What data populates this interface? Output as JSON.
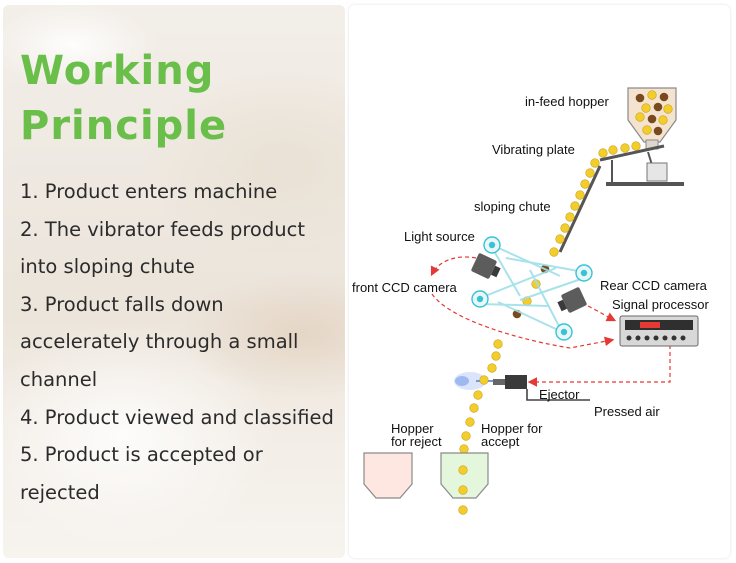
{
  "title_line1": "Working",
  "title_line2": "Principle",
  "steps": [
    "1. Product enters machine",
    "2. The vibrator feeds product",
    "into sloping chute",
    "3. Product falls down",
    "accelerately through a small",
    "channel",
    "4. Product viewed and classified",
    "5. Product is accepted or",
    "rejected"
  ],
  "diagram": {
    "in_feed_hopper": "in-feed hopper",
    "vibrating_plate": "Vibrating plate",
    "sloping_chute": "sloping chute",
    "light_source": "Light source",
    "front_ccd_camera": "front CCD camera",
    "rear_ccd_camera": "Rear CCD camera",
    "signal_processor": "Signal processor",
    "ejector": "Ejector",
    "pressed_air": "Pressed air",
    "hopper_reject_1": "Hopper",
    "hopper_reject_2": "for reject",
    "hopper_accept_1": "Hopper for",
    "hopper_accept_2": "accept"
  },
  "colors": {
    "title_green": "#6abf4b",
    "grain_yellow": "#f2cd2c",
    "grain_brown": "#7a4a1f",
    "signal_red": "#e53935",
    "light_cyan": "#38c3d4",
    "reject_pink": "#fde7e0",
    "accept_green": "#e4f6dc"
  }
}
